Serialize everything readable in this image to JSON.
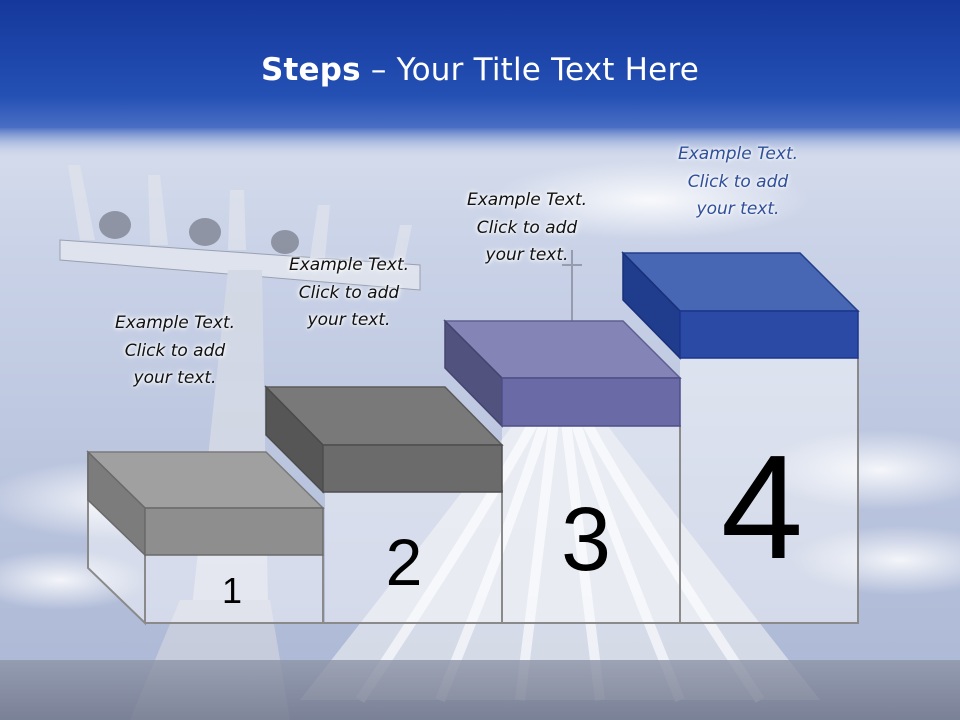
{
  "slide": {
    "title_bold": "Steps",
    "title_rest": " – Your Title Text Here"
  },
  "steps": [
    {
      "number": "1",
      "caption": [
        "Example Text.",
        "Click  to add",
        "your text."
      ]
    },
    {
      "number": "2",
      "caption": [
        "Example Text.",
        "Click  to add",
        "your text."
      ]
    },
    {
      "number": "3",
      "caption": [
        "Example Text.",
        "Click  to add",
        "your text."
      ]
    },
    {
      "number": "4",
      "caption": [
        "Example Text.",
        "Click  to add",
        "your text."
      ]
    }
  ],
  "colors": {
    "header": "#1f47a8",
    "step1": "#8e8e8e",
    "step2": "#6b6b6b",
    "step3": "#6a6aa6",
    "step4": "#2a4aa6"
  },
  "background_image": "cathedral-photo"
}
